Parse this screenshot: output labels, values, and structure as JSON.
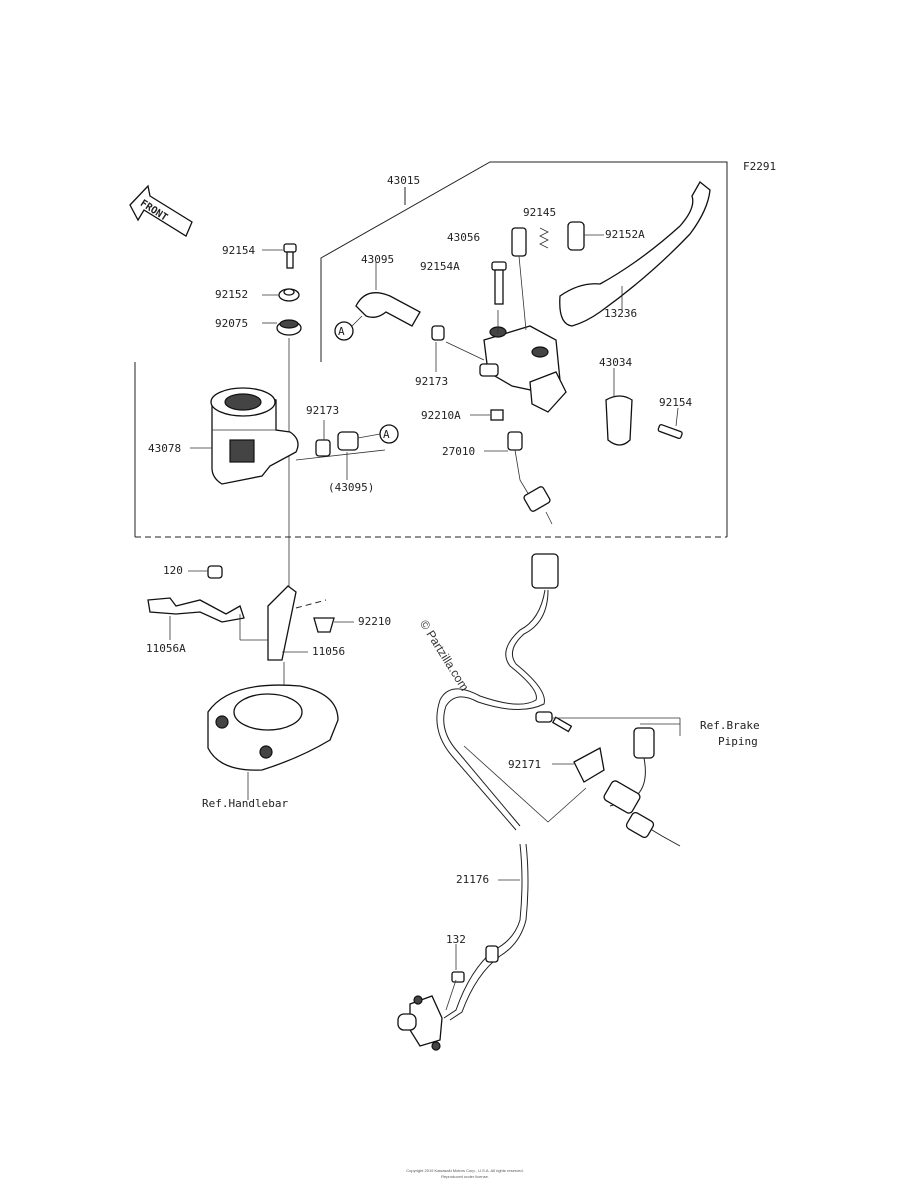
{
  "figure_code": "F2291",
  "front_label": "FRONT",
  "parts": {
    "p43015": "43015",
    "p43056": "43056",
    "p92145": "92145",
    "p92152A": "92152A",
    "p43095": "43095",
    "p92154A": "92154A",
    "p13236": "13236",
    "p92154_top": "92154",
    "p92152": "92152",
    "p92075": "92075",
    "p92173_a": "92173",
    "p43034": "43034",
    "p92154_right": "92154",
    "p92210A": "92210A",
    "p27010": "27010",
    "p43078": "43078",
    "p92173_b": "92173",
    "p43095_paren": "(43095)",
    "p120": "120",
    "p92210": "92210",
    "p11056A": "11056A",
    "p11056": "11056",
    "p92171": "92171",
    "p21176": "21176",
    "p132": "132"
  },
  "callouts": {
    "a1": "A",
    "a2": "A"
  },
  "refs": {
    "handlebar": "Ref.Handlebar",
    "brake_line1": "Ref.Brake",
    "brake_line2": "Piping"
  },
  "watermark": "© Partzilla.com",
  "footer": {
    "line1": "Copyright 2019 Kawasaki Motors Corp., U.S.A. All rights reserved.",
    "line2": "Reproduced under license."
  }
}
